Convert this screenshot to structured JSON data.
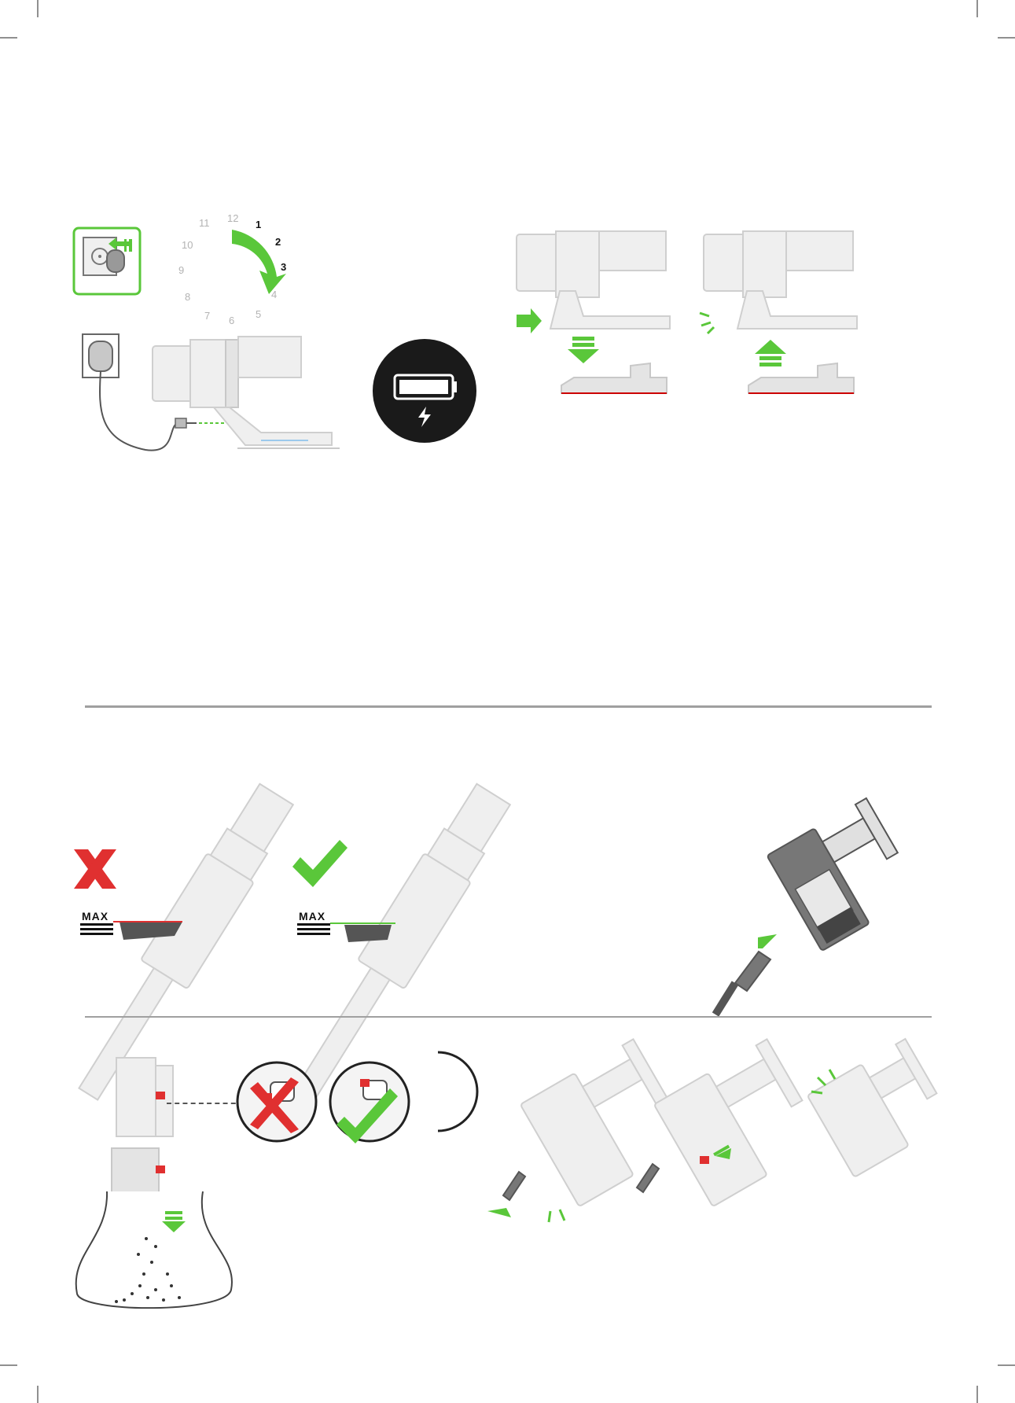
{
  "clock": {
    "numbers": [
      "12",
      "1",
      "2",
      "3",
      "4",
      "5",
      "6",
      "7",
      "8",
      "9",
      "10",
      "11"
    ],
    "highlighted": [
      "1",
      "2",
      "3"
    ]
  },
  "bin_levels": {
    "max_label": "MAX",
    "wrong_mark": "x-icon",
    "right_mark": "check-icon"
  },
  "colors": {
    "accent_green": "#5ac73a",
    "warning_red": "#e03030",
    "device_grey": "#efefef",
    "divider": "#a0a0a0"
  }
}
